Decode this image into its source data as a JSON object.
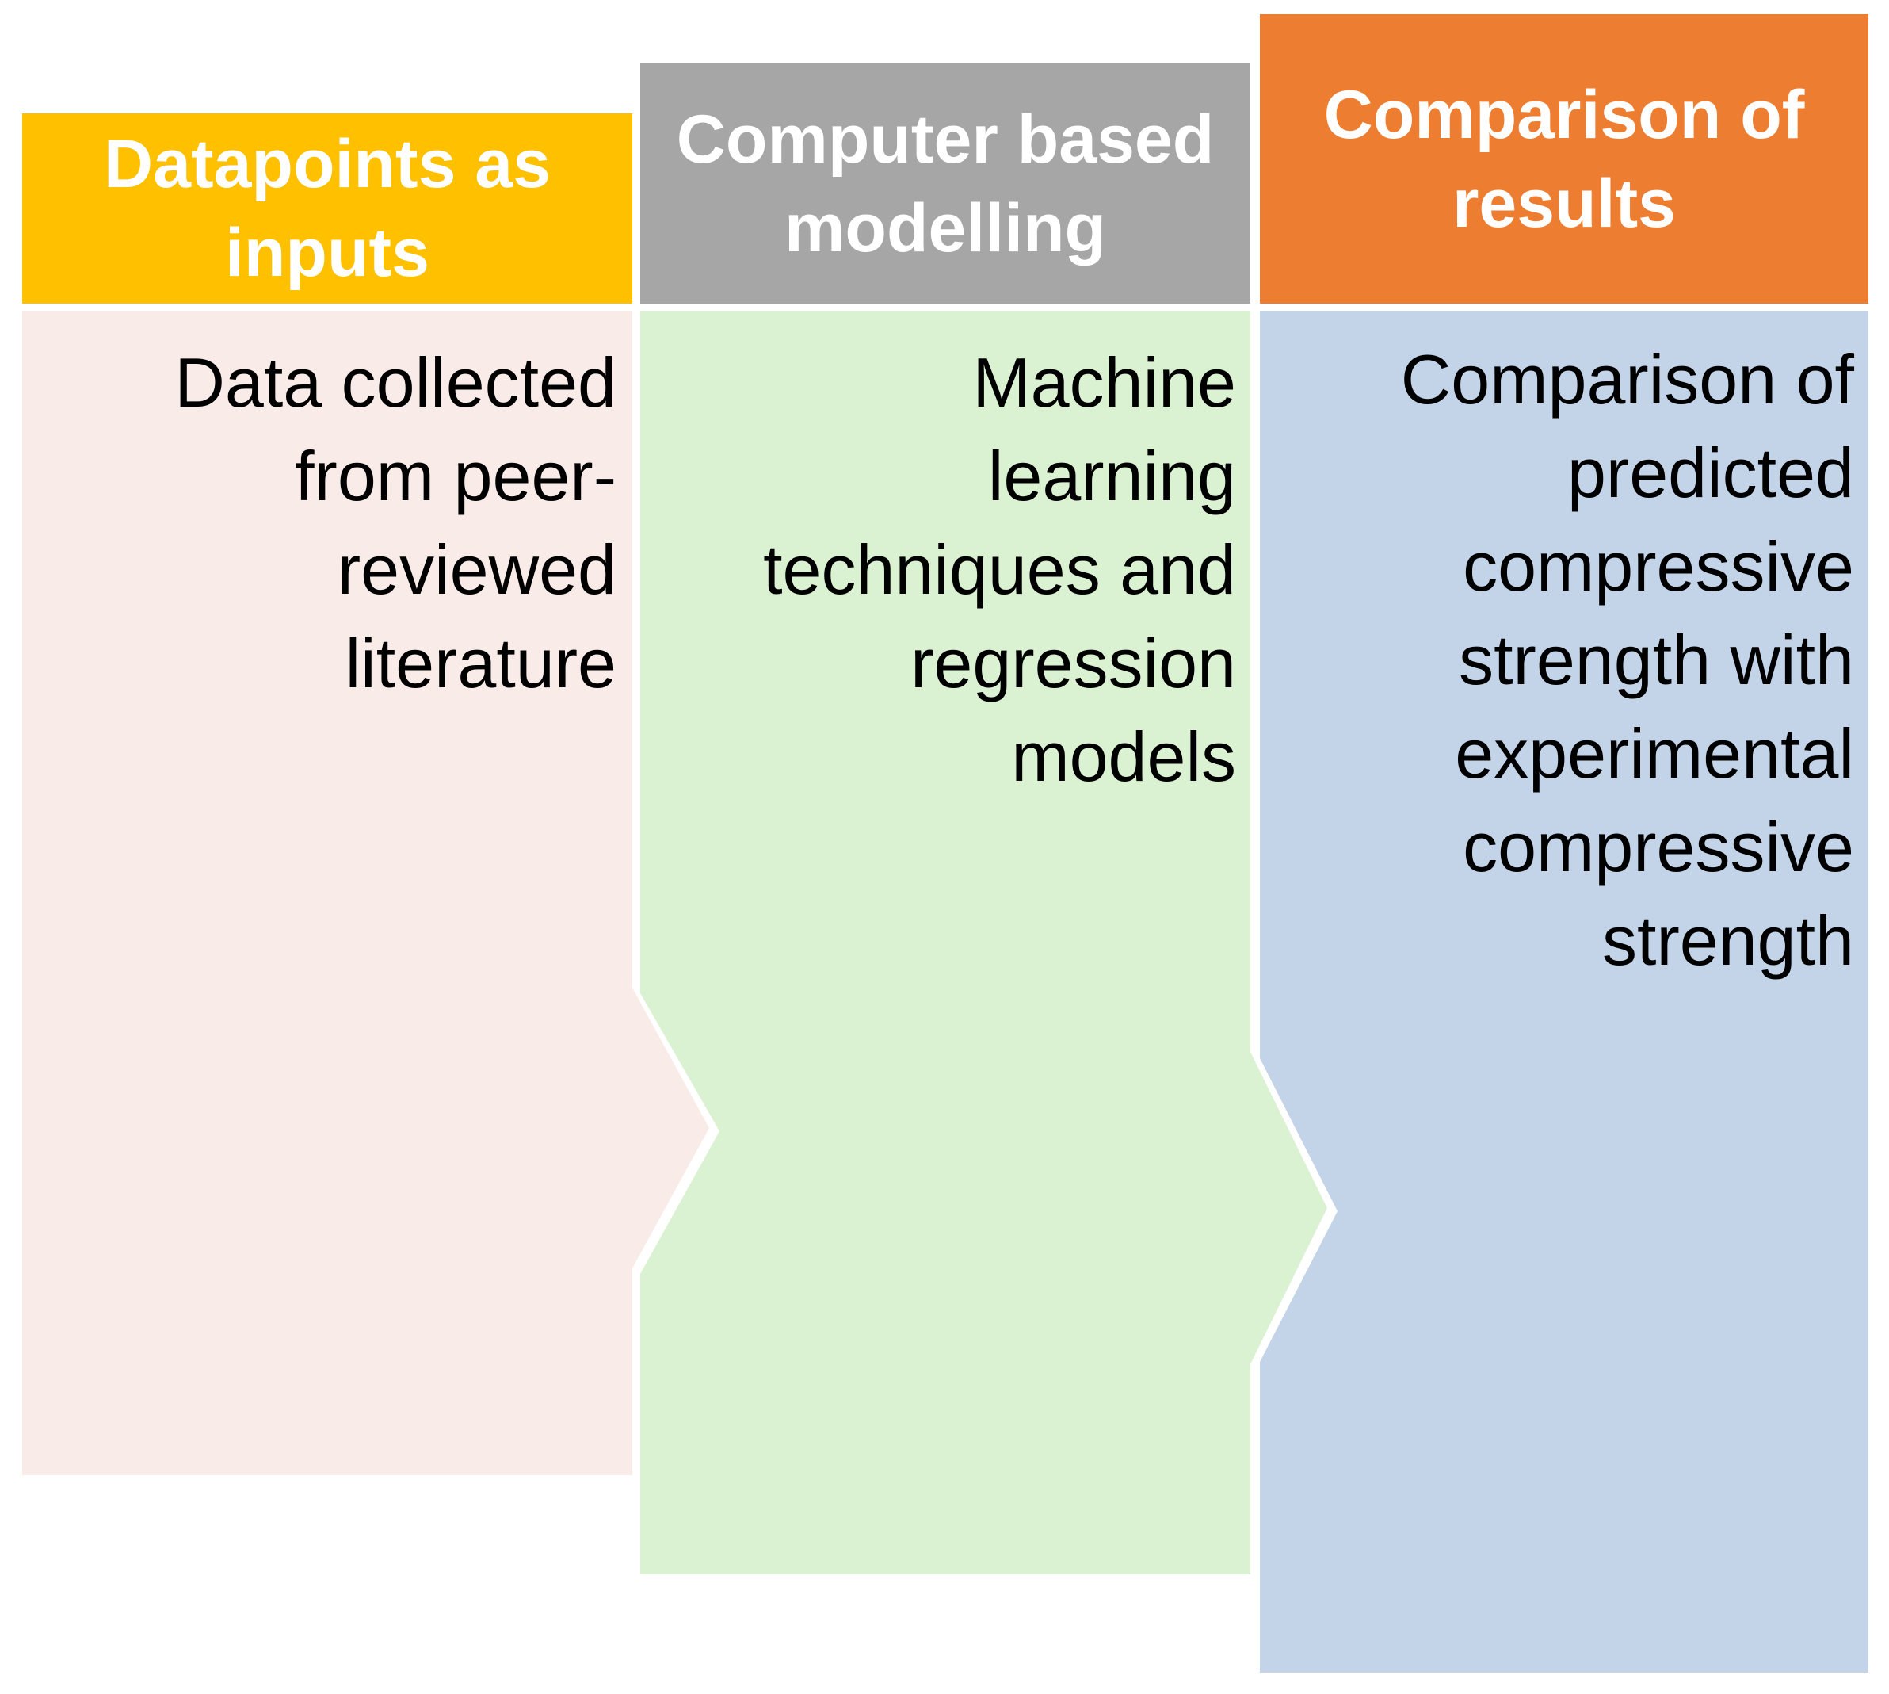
{
  "canvas": {
    "background": "#FFFFFF",
    "body_text_color": "#000000",
    "header_text_color": "#FFFFFF"
  },
  "columns": [
    {
      "id": "datapoints",
      "header": {
        "label": "Datapoints as\ninputs",
        "bg": "#FFC000"
      },
      "body": {
        "text": "Data collected\nfrom peer-\nreviewed\nliterature",
        "bg": "#F9EBE7"
      }
    },
    {
      "id": "modelling",
      "header": {
        "label": "Computer based\nmodelling",
        "bg": "#A6A6A6"
      },
      "body": {
        "text": "Machine\nlearning\ntechniques and\nregression\nmodels",
        "bg": "#DAF2D2"
      }
    },
    {
      "id": "comparison",
      "header": {
        "label": "Comparison of\nresults",
        "bg": "#ED7D31"
      },
      "body": {
        "text": "Comparison of\npredicted\ncompressive\nstrength with\nexperimental\ncompressive\nstrength",
        "bg": "#C3D4E9"
      }
    }
  ]
}
